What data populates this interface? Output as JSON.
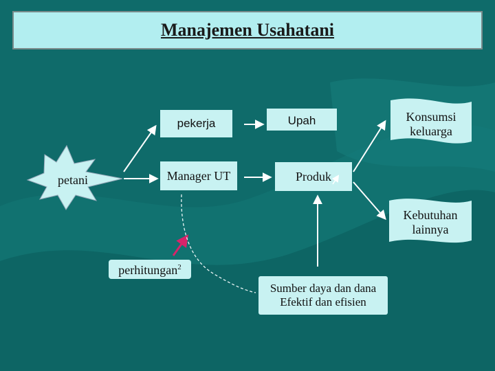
{
  "title": "Manajemen Usahatani",
  "nodes": {
    "petani": "petani",
    "pekerja": "pekerja",
    "manager": "Manager UT",
    "upah": "Upah",
    "produk": "Produk",
    "konsumsi_line1": "Konsumsi",
    "konsumsi_line2": "keluarga",
    "kebutuhan_line1": "Kebutuhan",
    "kebutuhan_line2": "lainnya",
    "perhitungan": "perhitungan",
    "perhitungan_sup": "2",
    "sumber_line1": "Sumber daya dan dana",
    "sumber_line2": "Efektif dan efisien"
  },
  "colors": {
    "background": "#0f6b6a",
    "title_fill": "#b2eef0",
    "node_fill": "#c8f2f2",
    "arrow_white": "#ffffff",
    "arrow_accent": "#d8246a"
  }
}
